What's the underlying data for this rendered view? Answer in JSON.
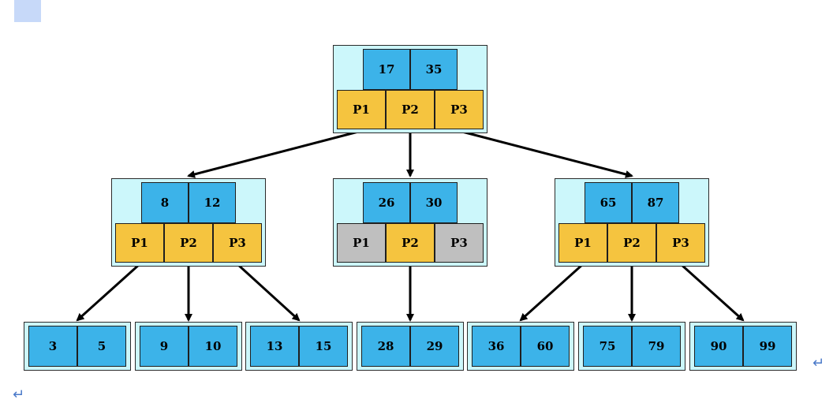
{
  "diagram": {
    "root": {
      "keys": [
        "17",
        "35"
      ],
      "pointers": [
        {
          "label": "P1",
          "active": true
        },
        {
          "label": "P2",
          "active": true
        },
        {
          "label": "P3",
          "active": true
        }
      ]
    },
    "internal": [
      {
        "keys": [
          "8",
          "12"
        ],
        "pointers": [
          {
            "label": "P1",
            "active": true
          },
          {
            "label": "P2",
            "active": true
          },
          {
            "label": "P3",
            "active": true
          }
        ]
      },
      {
        "keys": [
          "26",
          "30"
        ],
        "pointers": [
          {
            "label": "P1",
            "active": false
          },
          {
            "label": "P2",
            "active": true
          },
          {
            "label": "P3",
            "active": false
          }
        ]
      },
      {
        "keys": [
          "65",
          "87"
        ],
        "pointers": [
          {
            "label": "P1",
            "active": true
          },
          {
            "label": "P2",
            "active": true
          },
          {
            "label": "P3",
            "active": true
          }
        ]
      }
    ],
    "leaves": [
      [
        "3",
        "5"
      ],
      [
        "9",
        "10"
      ],
      [
        "13",
        "15"
      ],
      [
        "28",
        "29"
      ],
      [
        "36",
        "60"
      ],
      [
        "75",
        "79"
      ],
      [
        "90",
        "99"
      ]
    ],
    "colors": {
      "key_fill": "#3cb3e9",
      "pointer_fill": "#f5c43f",
      "pointer_inactive_fill": "#bfbfbf",
      "node_background": "#ccf7fb",
      "arrow": "#000000"
    }
  },
  "page": {
    "return_mark_1": "↵",
    "return_mark_2": "↵"
  }
}
